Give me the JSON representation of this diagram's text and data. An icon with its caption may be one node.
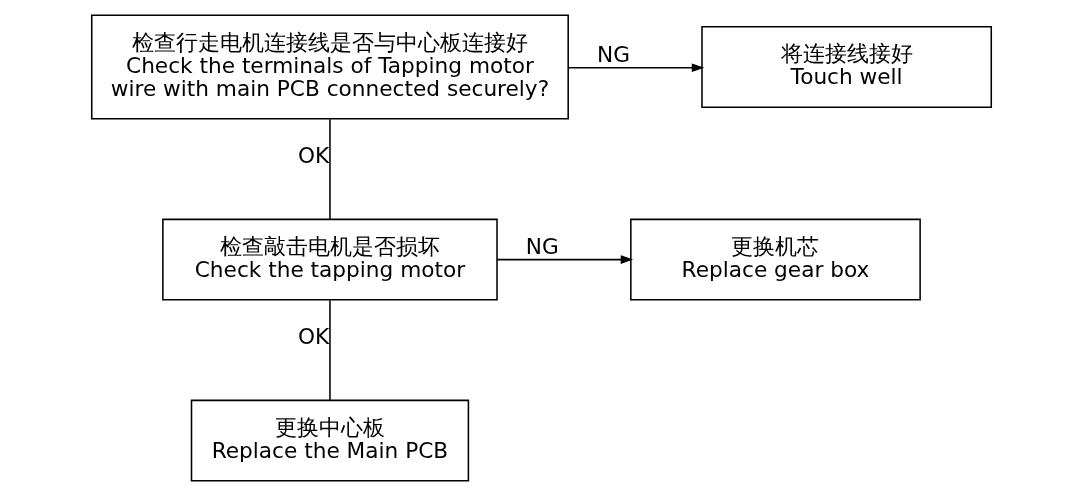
{
  "diagram": {
    "nodes": [
      {
        "text": [
          "检查行走电机连接线是否与中心板连接好 Check the terminals of Tapping motor wire with main PCB connected securely?"
        ]
      },
      {
        "text": [
          "将连接线接好 Touch well"
        ]
      },
      {
        "text": [
          "检查敲击电机是否损坏 Check the tapping motor"
        ]
      },
      {
        "text": [
          "更换机芯 Replace gear box"
        ]
      },
      {
        "text": [
          "更换中心板 Replace the Main PCB"
        ]
      }
    ],
    "edges": [
      {
        "from": 0,
        "to": 1,
        "arrow": "to",
        "label": "NG"
      },
      {
        "from": 0,
        "to": 2,
        "arrow": "none",
        "label": "OK"
      },
      {
        "from": 2,
        "to": 3,
        "arrow": "to",
        "label": "NG"
      },
      {
        "from": 2,
        "to": 4,
        "arrow": "none",
        "label": "OK"
      }
    ]
  }
}
